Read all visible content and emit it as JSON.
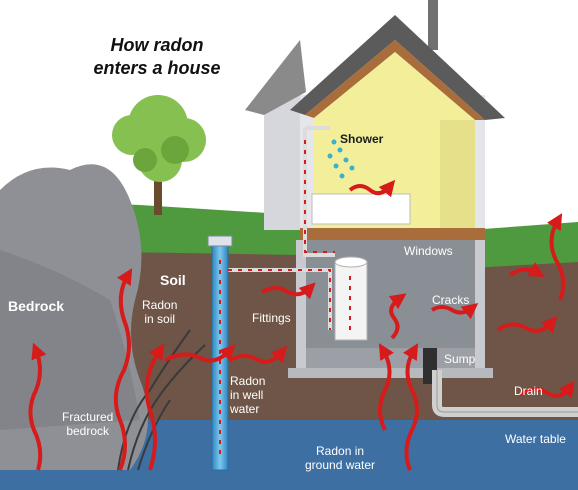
{
  "title": "How radon\nenters a house",
  "labels": {
    "shower": "Shower",
    "windows": "Windows",
    "cracks": "Cracks",
    "sump": "Sump",
    "drain": "Drain",
    "water_table": "Water table",
    "soil": "Soil",
    "bedrock": "Bedrock",
    "radon_in_soil": "Radon\nin soil",
    "fittings": "Fittings",
    "radon_in_well_water": "Radon\nin well\nwater",
    "fractured_bedrock": "Fractured\nbedrock",
    "radon_in_ground_water": "Radon in\nground water"
  },
  "colors": {
    "sky": "#ffffff",
    "soil": "#6e5547",
    "bedrock": "#8e9095",
    "grass": "#4f9a3f",
    "water_table": "#3d6fa3",
    "house_wall": "#e4e6ea",
    "roof": "#5b5b5b",
    "roof_trim": "#a86d3b",
    "interior": "#f2ee9a",
    "radon_arrow": "#d71a1a",
    "well": "#4aa5d8"
  }
}
